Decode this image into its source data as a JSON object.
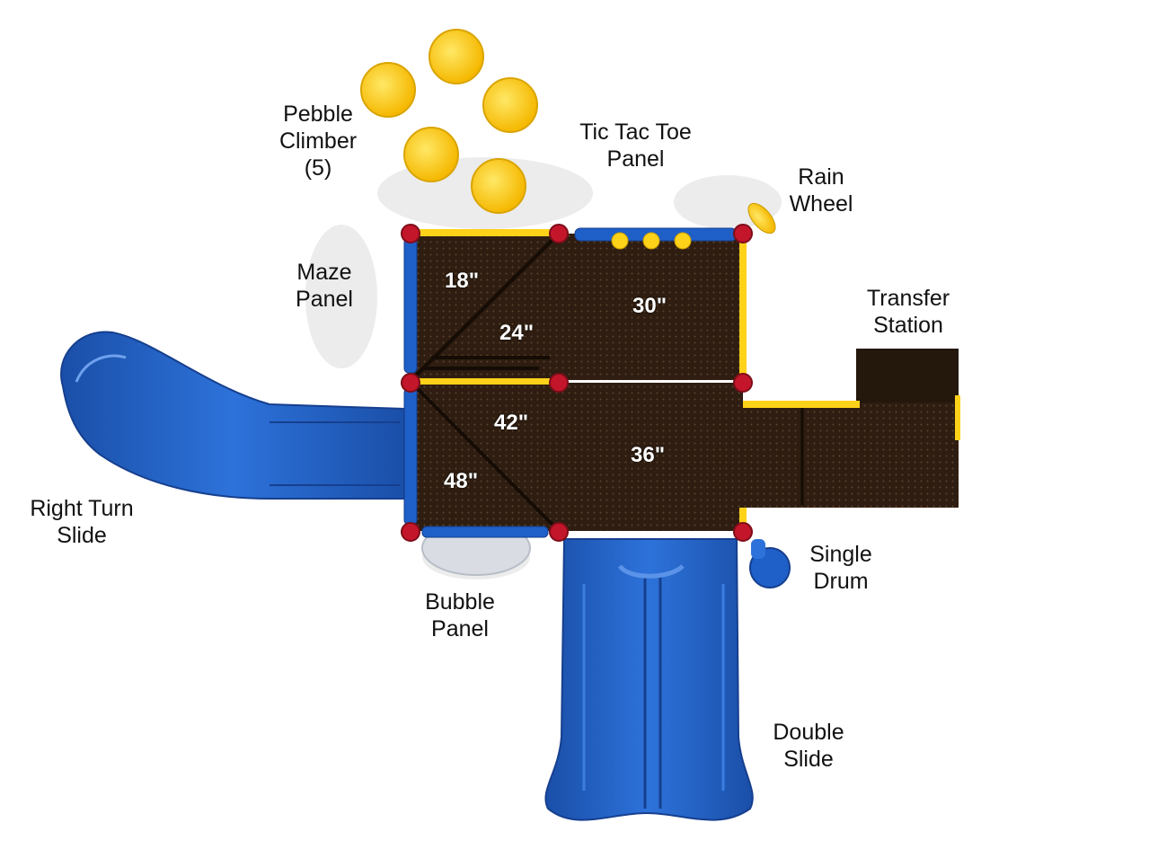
{
  "labels": {
    "pebble_climber": [
      "Pebble",
      "Climber",
      "(5)"
    ],
    "tic_tac_toe": [
      "Tic Tac Toe",
      "Panel"
    ],
    "rain_wheel": [
      "Rain",
      "Wheel"
    ],
    "maze_panel": [
      "Maze",
      "Panel"
    ],
    "transfer_station": [
      "Transfer",
      "Station"
    ],
    "right_turn_slide": [
      "Right Turn",
      "Slide"
    ],
    "single_drum": [
      "Single",
      "Drum"
    ],
    "bubble_panel": [
      "Bubble",
      "Panel"
    ],
    "double_slide": [
      "Double",
      "Slide"
    ]
  },
  "heights": {
    "h18": "18\"",
    "h24": "24\"",
    "h30": "30\"",
    "h42": "42\"",
    "h48": "48\"",
    "h36": "36\""
  },
  "colors": {
    "deck": "#2e1d10",
    "blue": "#1f5fc8",
    "blue_dark": "#163f8e",
    "yellow": "#ffd21a",
    "red": "#c4162a",
    "shadow": "#e6e6e6"
  }
}
